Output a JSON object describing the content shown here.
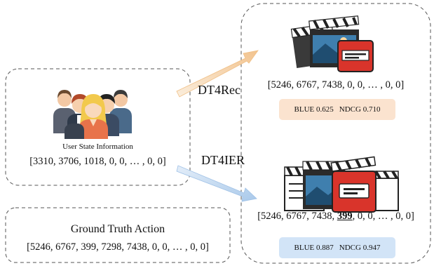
{
  "user_panel": {
    "caption": "User State Information",
    "sequence": "[3310, 3706, 1018, 0, 0, … , 0, 0]"
  },
  "ground_truth": {
    "title": "Ground Truth Action",
    "sequence": "[5246, 6767, 399, 7298, 7438, 0, 0, … , 0, 0]"
  },
  "dt4rec": {
    "label": "DT4Rec",
    "sequence": "[5246, 6767, 7438, 0, 0, … , 0, 0]",
    "metrics": {
      "blue": "BLUE 0.625",
      "ndcg": "NDCG 0.710"
    },
    "box_color": "#fbe3cf"
  },
  "dt4ier": {
    "label": "DT4IER",
    "sequence_prefix": "[5246, 6767, 7438, ",
    "sequence_highlight": "399",
    "sequence_suffix": ", 0, 0, … , 0, 0]",
    "metrics": {
      "blue": "BLUE 0.887",
      "ndcg": "NDCG 0.947"
    },
    "box_color": "#d2e4f7"
  },
  "colors": {
    "arrow_upper": "#f4d5b0",
    "arrow_lower": "#c6dcf2",
    "film_red": "#d9342b",
    "dash": "#555555"
  },
  "icons": [
    "users-group-icon",
    "film-clapper-icon"
  ]
}
